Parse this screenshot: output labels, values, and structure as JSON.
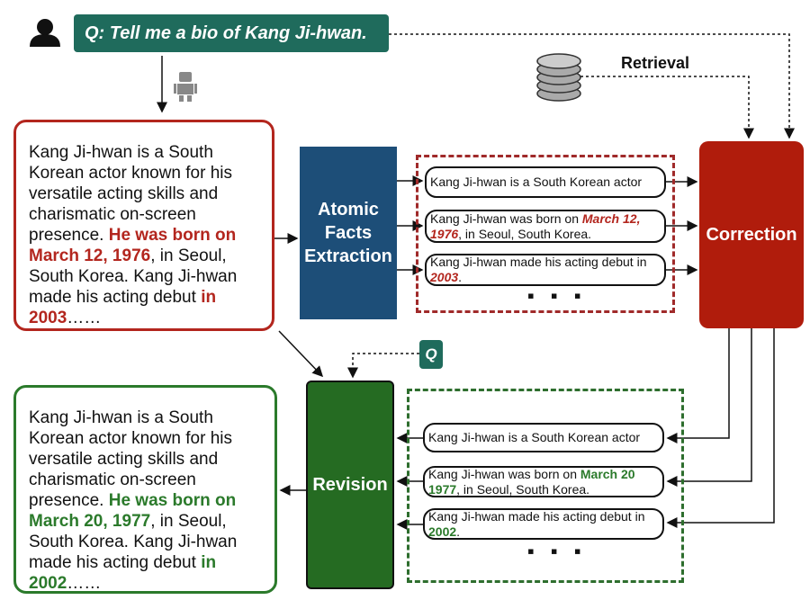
{
  "question": "Q: Tell me a bio of Kang Ji-hwan.",
  "retrieval_label": "Retrieval",
  "q_label": "Q",
  "original_bio": {
    "text_plain_1": "Kang Ji-hwan is a South Korean actor known for his versatile acting skills and charismatic on-screen presence. ",
    "highlight_1": "He was born on March 12, 1976",
    "text_plain_2": ", in Seoul, South Korea.  Kang Ji-hwan made his acting debut ",
    "highlight_2": "in 2003",
    "text_plain_3": "……"
  },
  "revised_bio": {
    "text_plain_1": "Kang Ji-hwan is a South Korean actor known for his versatile acting skills and charismatic on-screen presence. ",
    "highlight_1": "He was born on March 20, 1977",
    "text_plain_2": ", in Seoul, South Korea.  Kang Ji-hwan made his acting debut ",
    "highlight_2": "in 2002",
    "text_plain_3": "……"
  },
  "blocks": {
    "extraction": "Atomic Facts Extraction",
    "correction": "Correction",
    "revision": "Revision"
  },
  "atomic_facts": [
    {
      "pre": "Kang Ji-hwan is a South Korean actor",
      "hl": "",
      "post": ""
    },
    {
      "pre": "Kang Ji-hwan was born on ",
      "hl": "March 12, 1976",
      "post": ", in Seoul, South Korea."
    },
    {
      "pre": "Kang Ji-hwan made his acting debut in ",
      "hl": "2003",
      "post": "."
    }
  ],
  "corrected_facts": [
    {
      "pre": "Kang Ji-hwan is a South Korean actor",
      "hl": "",
      "post": ""
    },
    {
      "pre": "Kang Ji-hwan was born on ",
      "hl": "March 20 1977",
      "post": ", in Seoul, South Korea."
    },
    {
      "pre": "Kang Ji-hwan made his acting debut in ",
      "hl": "2002",
      "post": "."
    }
  ],
  "ellipsis": "▪ ▪ ▪",
  "colors": {
    "teal": "#1f6b5c",
    "error_red": "#b3261e",
    "fix_green": "#2b7a2b",
    "extraction_blue": "#1d4e78",
    "correction_red": "#b01c0c",
    "revision_green": "#256b22"
  }
}
